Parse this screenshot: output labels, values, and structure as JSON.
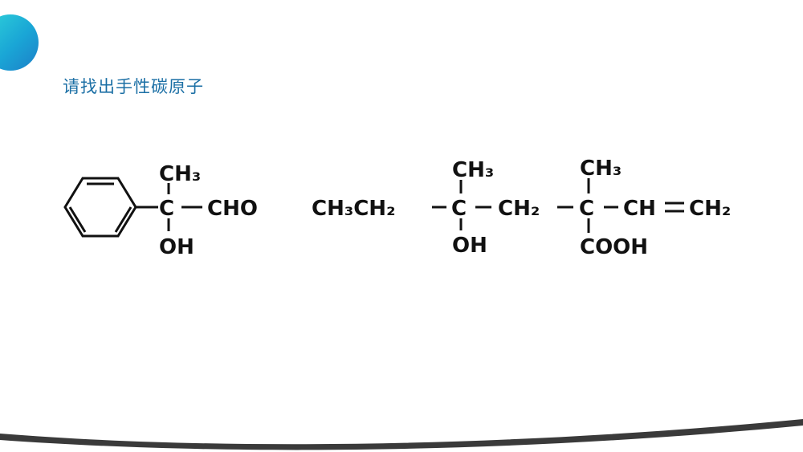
{
  "slide": {
    "title": "请找出手性碳原子",
    "accent_color": "#1b6fa5"
  },
  "molecule1": {
    "top": "CH₃",
    "center": "C",
    "right": "CHO",
    "bottom": "OH"
  },
  "molecule2": {
    "chain_start": "CH₃CH₂",
    "c1": "C",
    "c1_top": "CH₃",
    "c1_bottom": "OH",
    "ch2_mid": "CH₂",
    "c2": "C",
    "c2_top": "CH₃",
    "c2_bottom": "COOH",
    "ch": "CH",
    "ch2_end": "CH₂"
  }
}
